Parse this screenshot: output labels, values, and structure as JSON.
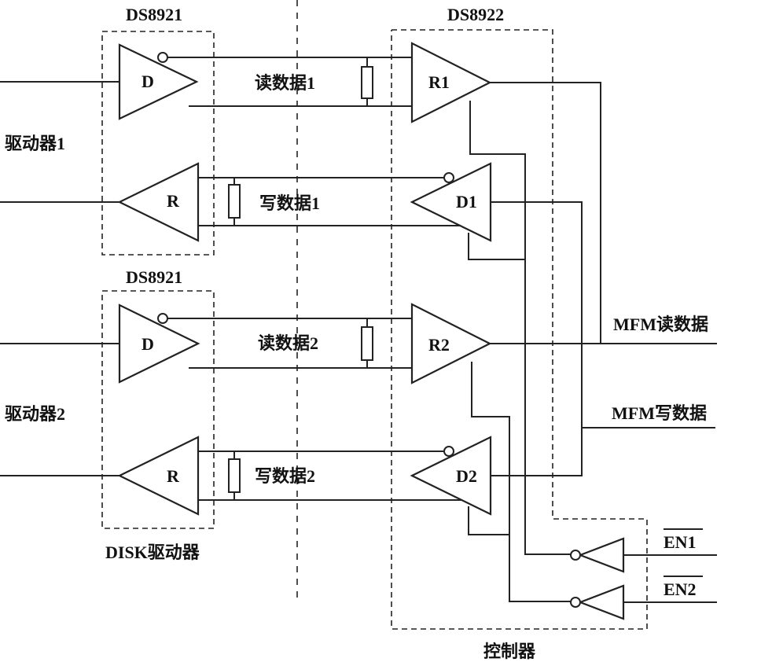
{
  "labels": {
    "chip_ds8921_a": "DS8921",
    "chip_ds8922": "DS8922",
    "chip_ds8921_b": "DS8921",
    "drive1": "驱动器1",
    "drive2": "驱动器2",
    "disk_drive": "DISK驱动器",
    "controller": "控制器",
    "read_data1": "读数据1",
    "write_data1": "写数据1",
    "read_data2": "读数据2",
    "write_data2": "写数据2",
    "mfm_read": "MFM读数据",
    "mfm_write": "MFM写数据",
    "en1": "EN1",
    "en2": "EN2"
  },
  "gates": {
    "d_top": "D",
    "r_top": "R",
    "d_bottom": "D",
    "r_bottom": "R",
    "r1": "R1",
    "d1": "D1",
    "r2": "R2",
    "d2": "D2"
  }
}
